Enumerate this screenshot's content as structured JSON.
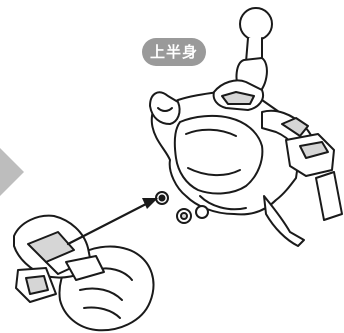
{
  "step_label": {
    "text": "上半身",
    "color": "#9a9a9a",
    "text_color": "#ffffff"
  },
  "illustration": {
    "line_color": "#1a1a1a",
    "fill_color": "#ffffff",
    "shade_color": "#d6d6d6",
    "arrow_color": "#1a1a1a",
    "pointer_color": "#bdbdbd",
    "icons": [
      "upper-body-part",
      "arm-part",
      "assembly-arrow",
      "step-pointer"
    ]
  }
}
